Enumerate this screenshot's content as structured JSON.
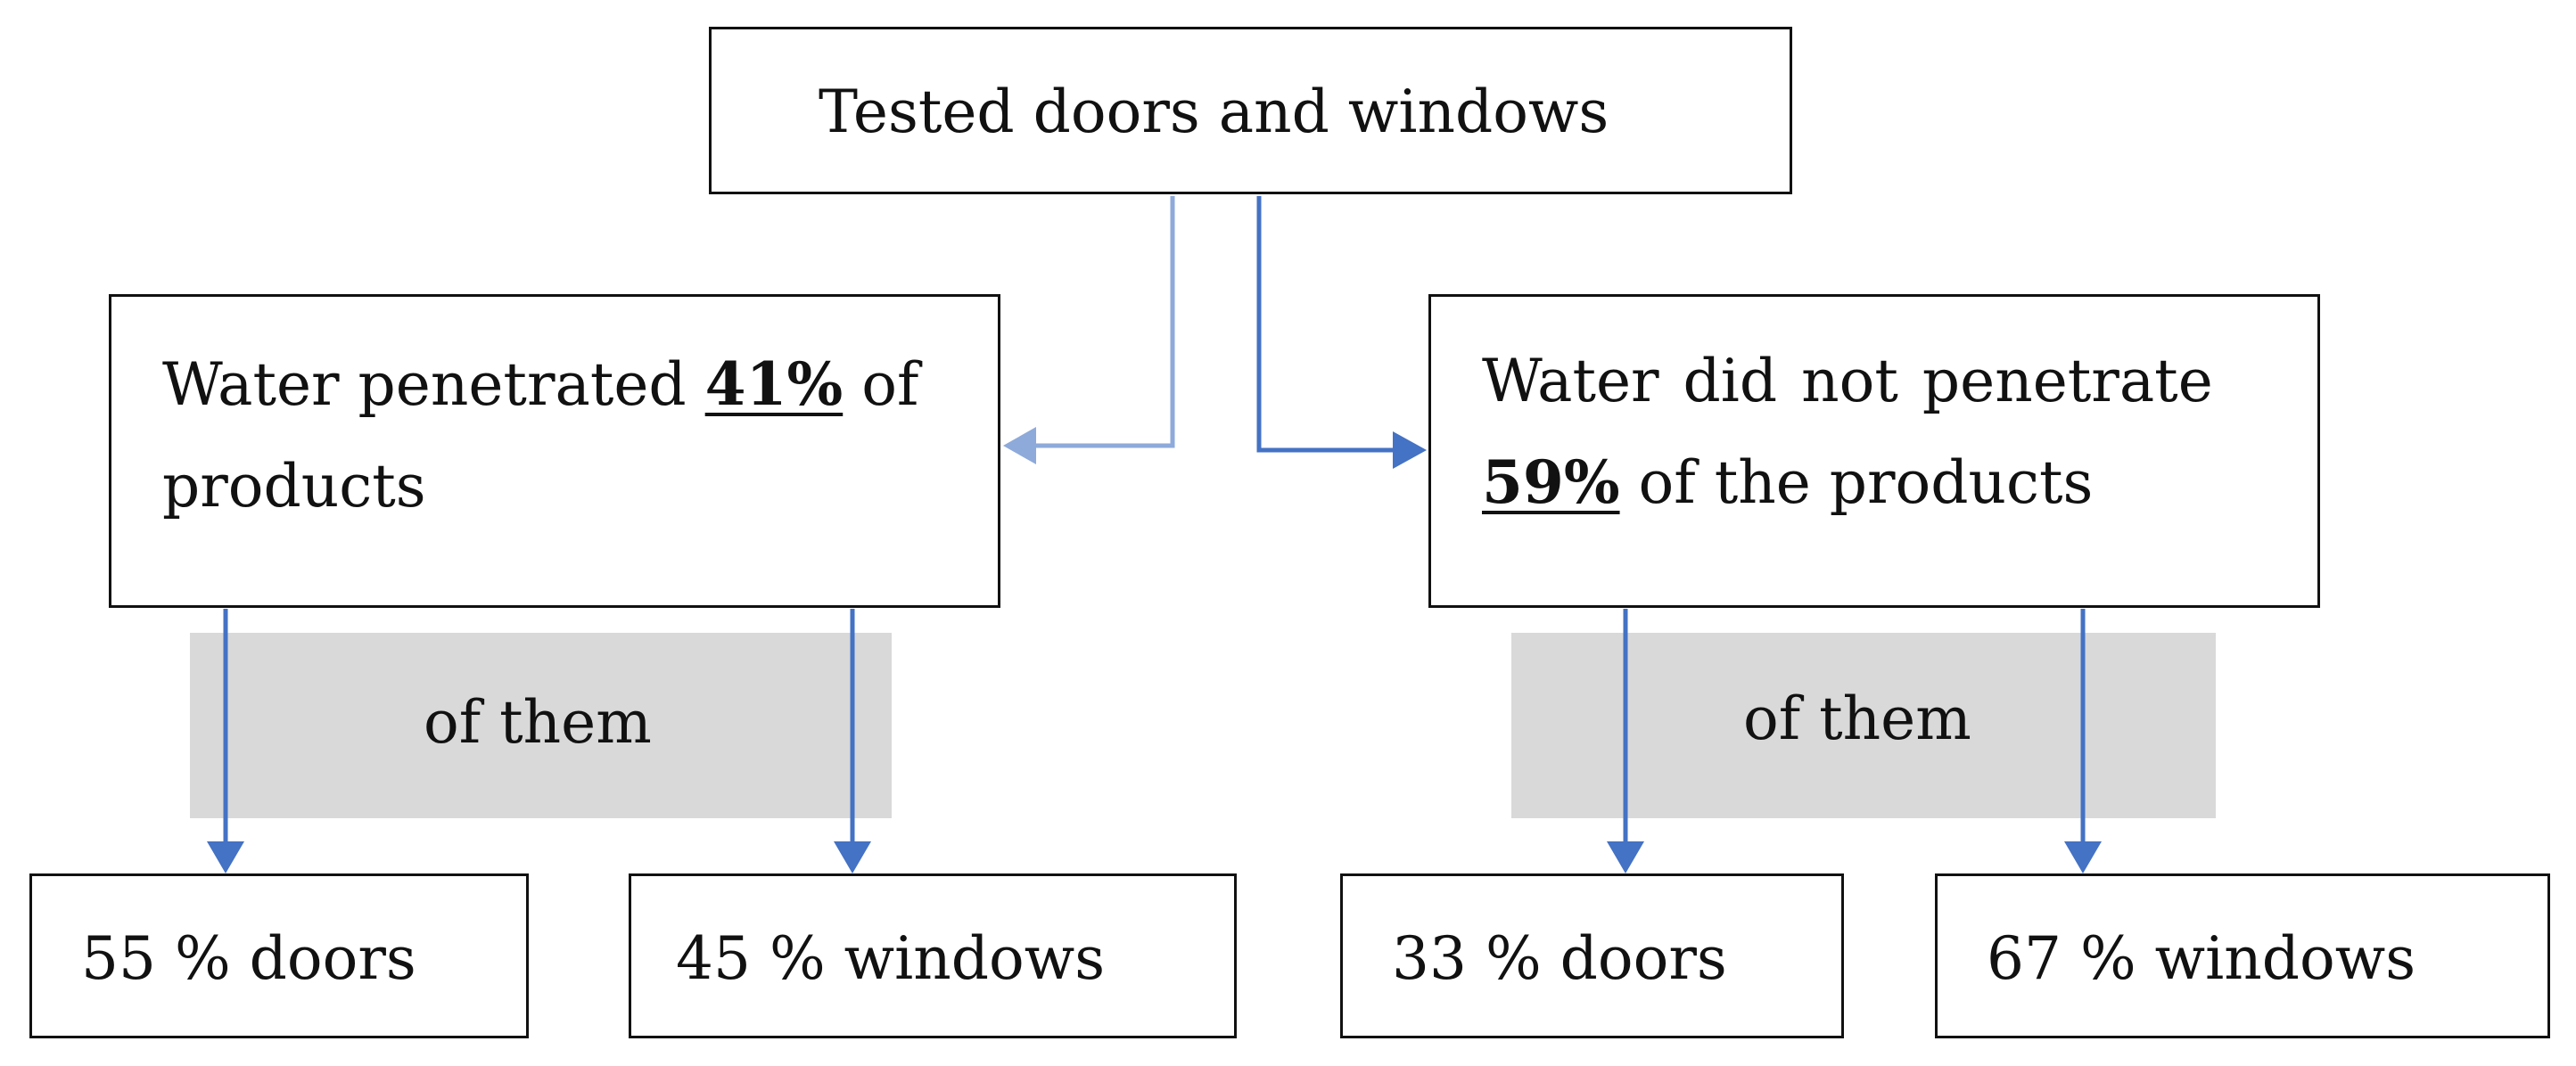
{
  "root": {
    "label": "Tested doors and windows"
  },
  "left_branch": {
    "text_before": "Water penetrated",
    "percent": "41%",
    "text_after_line1": "of",
    "text_line2": "products",
    "group_label": "of them",
    "children": [
      {
        "label": "55 % doors"
      },
      {
        "label": "45 % windows"
      }
    ]
  },
  "right_branch": {
    "text_line1": "Water did not penetrate",
    "percent": "59%",
    "text_after": "of the products",
    "group_label": "of them",
    "children": [
      {
        "label": "33 % doors"
      },
      {
        "label": "67 % windows"
      }
    ]
  },
  "colors": {
    "arrow_left_top": "#8eaadb",
    "arrow": "#4472c4",
    "band": "#d9d9d9",
    "border": "#111111"
  }
}
